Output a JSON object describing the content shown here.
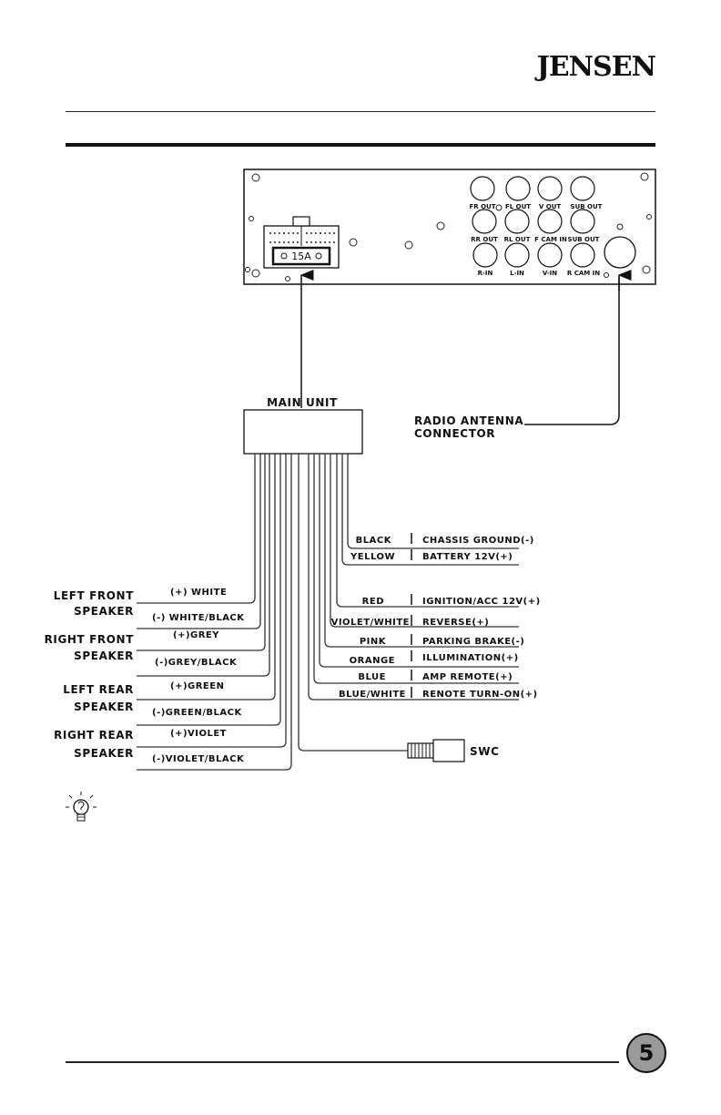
{
  "header": {
    "brand": "JENSEN"
  },
  "page": {
    "number": "5"
  },
  "rear_panel": {
    "fuse_label": "15A",
    "ports_row1": [
      "FR OUT",
      "FL OUT",
      "V OUT",
      "SUB OUT"
    ],
    "ports_row2": [
      "RR OUT",
      "RL OUT",
      "F CAM IN",
      "SUB OUT"
    ],
    "ports_row3": [
      "R-IN",
      "L-IN",
      "V-IN",
      "R CAM IN"
    ]
  },
  "main_unit": {
    "label": "MAIN UNIT"
  },
  "antenna": {
    "line1": "RADIO ANTENNA",
    "line2": "CONNECTOR"
  },
  "speakers": [
    {
      "line1": "LEFT FRONT",
      "line2": "SPEAKER",
      "plus": "(+) WHITE",
      "minus": "(-) WHITE/BLACK"
    },
    {
      "line1": "RIGHT FRONT",
      "line2": "SPEAKER",
      "plus": "(+)GREY",
      "minus": "(-)GREY/BLACK"
    },
    {
      "line1": "LEFT REAR",
      "line2": "SPEAKER",
      "plus": "(+)GREEN",
      "minus": "(-)GREEN/BLACK"
    },
    {
      "line1": "RIGHT REAR",
      "line2": "SPEAKER",
      "plus": "(+)VIOLET",
      "minus": "(-)VIOLET/BLACK"
    }
  ],
  "wires_right": [
    {
      "color": "BLACK",
      "function": "CHASSIS GROUND(-)"
    },
    {
      "color": "YELLOW",
      "function": "BATTERY 12V(+)"
    },
    {
      "color": "RED",
      "function": "IGNITION/ACC 12V(+)"
    },
    {
      "color": "VIOLET/WHITE",
      "function": "REVERSE(+)"
    },
    {
      "color": "PINK",
      "function": "PARKING BRAKE(-)"
    },
    {
      "color": "ORANGE",
      "function": "ILLUMINATION(+)"
    },
    {
      "color": "BLUE",
      "function": "AMP REMOTE(+)"
    },
    {
      "color": "BLUE/WHITE",
      "function": "RENOTE TURN-ON(+)"
    }
  ],
  "swc": {
    "label": "SWC"
  },
  "icons": {
    "tip": "lightbulb-icon"
  }
}
